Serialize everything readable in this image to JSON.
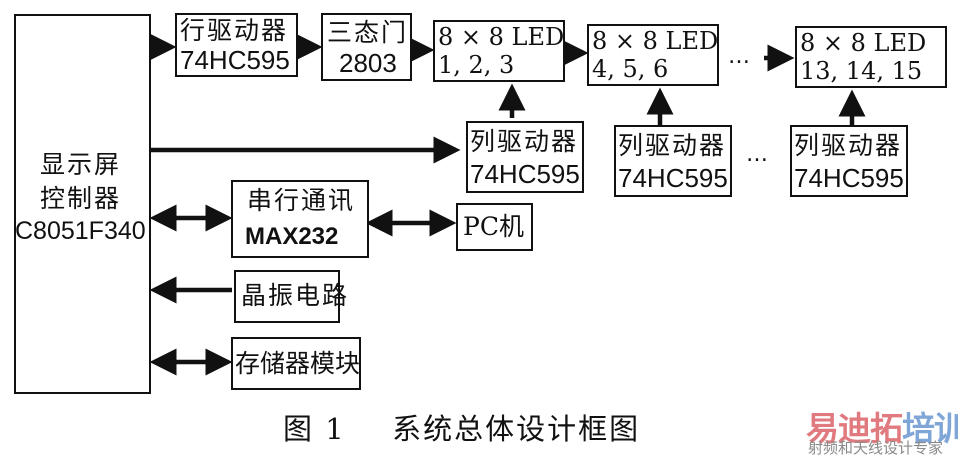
{
  "diagram": {
    "controller": {
      "line1": "显示屏",
      "line2": "控制器",
      "model": "C8051F340"
    },
    "row_driver": {
      "name": "行驱动器",
      "model": "74HC595"
    },
    "tristate_gate": {
      "name": "三态门",
      "model": "2803"
    },
    "led_modules": [
      {
        "name": "8 × 8 LED",
        "indices": "1, 2, 3"
      },
      {
        "name": "8 × 8 LED",
        "indices": "4, 5, 6"
      },
      {
        "name": "8 × 8 LED",
        "indices": "13, 14, 15"
      }
    ],
    "column_drivers": [
      {
        "name": "列驱动器",
        "model": "74HC595"
      },
      {
        "name": "列驱动器",
        "model": "74HC595"
      },
      {
        "name": "列驱动器",
        "model": "74HC595"
      }
    ],
    "serial_comm": {
      "name": "串行通讯",
      "model": "MAX232"
    },
    "pc": {
      "name": "PC机"
    },
    "crystal": {
      "name": "晶振电路"
    },
    "memory": {
      "name": "存储器模块"
    },
    "ellipsis": "…",
    "connections": [
      {
        "from": "controller",
        "to": "row_driver",
        "direction": "one-way"
      },
      {
        "from": "row_driver",
        "to": "tristate_gate",
        "direction": "one-way"
      },
      {
        "from": "tristate_gate",
        "to": "led_1",
        "direction": "one-way"
      },
      {
        "from": "led_1",
        "to": "led_2",
        "direction": "one-way"
      },
      {
        "from": "led_2",
        "to": "led_n",
        "direction": "one-way"
      },
      {
        "from": "controller",
        "to": "column_driver_1",
        "direction": "one-way"
      },
      {
        "from": "column_driver_1",
        "to": "led_1",
        "direction": "one-way"
      },
      {
        "from": "column_driver_2",
        "to": "led_2",
        "direction": "one-way"
      },
      {
        "from": "column_driver_n",
        "to": "led_n",
        "direction": "one-way"
      },
      {
        "from": "controller",
        "to": "serial_comm",
        "direction": "two-way"
      },
      {
        "from": "serial_comm",
        "to": "pc",
        "direction": "two-way"
      },
      {
        "from": "crystal",
        "to": "controller",
        "direction": "one-way"
      },
      {
        "from": "controller",
        "to": "memory",
        "direction": "two-way"
      }
    ]
  },
  "caption": {
    "label": "图 1",
    "title": "系统总体设计框图"
  },
  "watermark": {
    "brand": "易迪拓培训",
    "brand_colors": [
      "#e07a7f",
      "#e07a7f",
      "#e07a7f",
      "#7fa6d6",
      "#7fa6d6"
    ],
    "tagline": "射频和天线设计专家"
  }
}
